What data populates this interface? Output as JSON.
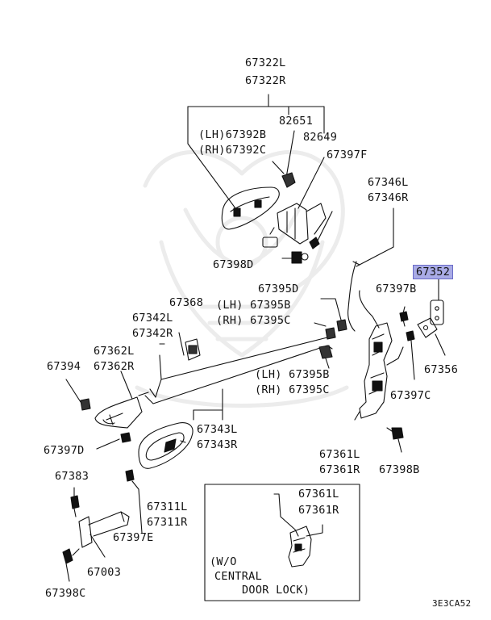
{
  "labels": {
    "p67322": [
      "67322L",
      "67322R"
    ],
    "p82651": "82651",
    "p67392b": "(LH)67392B",
    "p82649": "82649",
    "p67392c": "(RH)67392C",
    "p67397f": "67397F",
    "p67346": [
      "67346L",
      "67346R"
    ],
    "p67398d": "67398D",
    "p67352": "67352",
    "p67395d": "67395D",
    "p67397b": "67397B",
    "p67368": "67368",
    "p67395b": "(LH) 67395B",
    "p67342": [
      "67342L",
      "67342R"
    ],
    "p67395c": "(RH) 67395C",
    "p67362": [
      "67362L",
      "67362R"
    ],
    "p67394": "67394",
    "p67356": "67356",
    "p67395b2": "(LH) 67395B",
    "p67395c2": "(RH) 67395C",
    "p67397c": "67397C",
    "p67343": [
      "67343L",
      "67343R"
    ],
    "p67397d": "67397D",
    "p67361": [
      "67361L",
      "67361R"
    ],
    "p67398b": "67398B",
    "p67383": "67383",
    "p67311": [
      "67311L",
      "67311R"
    ],
    "p67361inset": [
      "67361L",
      "67361R"
    ],
    "p67397e": "67397E",
    "p67003": "67003",
    "p67398c": "67398C",
    "inset_note": [
      "(W/O",
      "CENTRAL",
      "DOOR LOCK)"
    ],
    "diagram_code": "3E3CA52"
  },
  "colors": {
    "line": "#111111",
    "highlight": "#a9abe6",
    "highlight_border": "#6a6cc8",
    "watermark": "#ececec"
  }
}
